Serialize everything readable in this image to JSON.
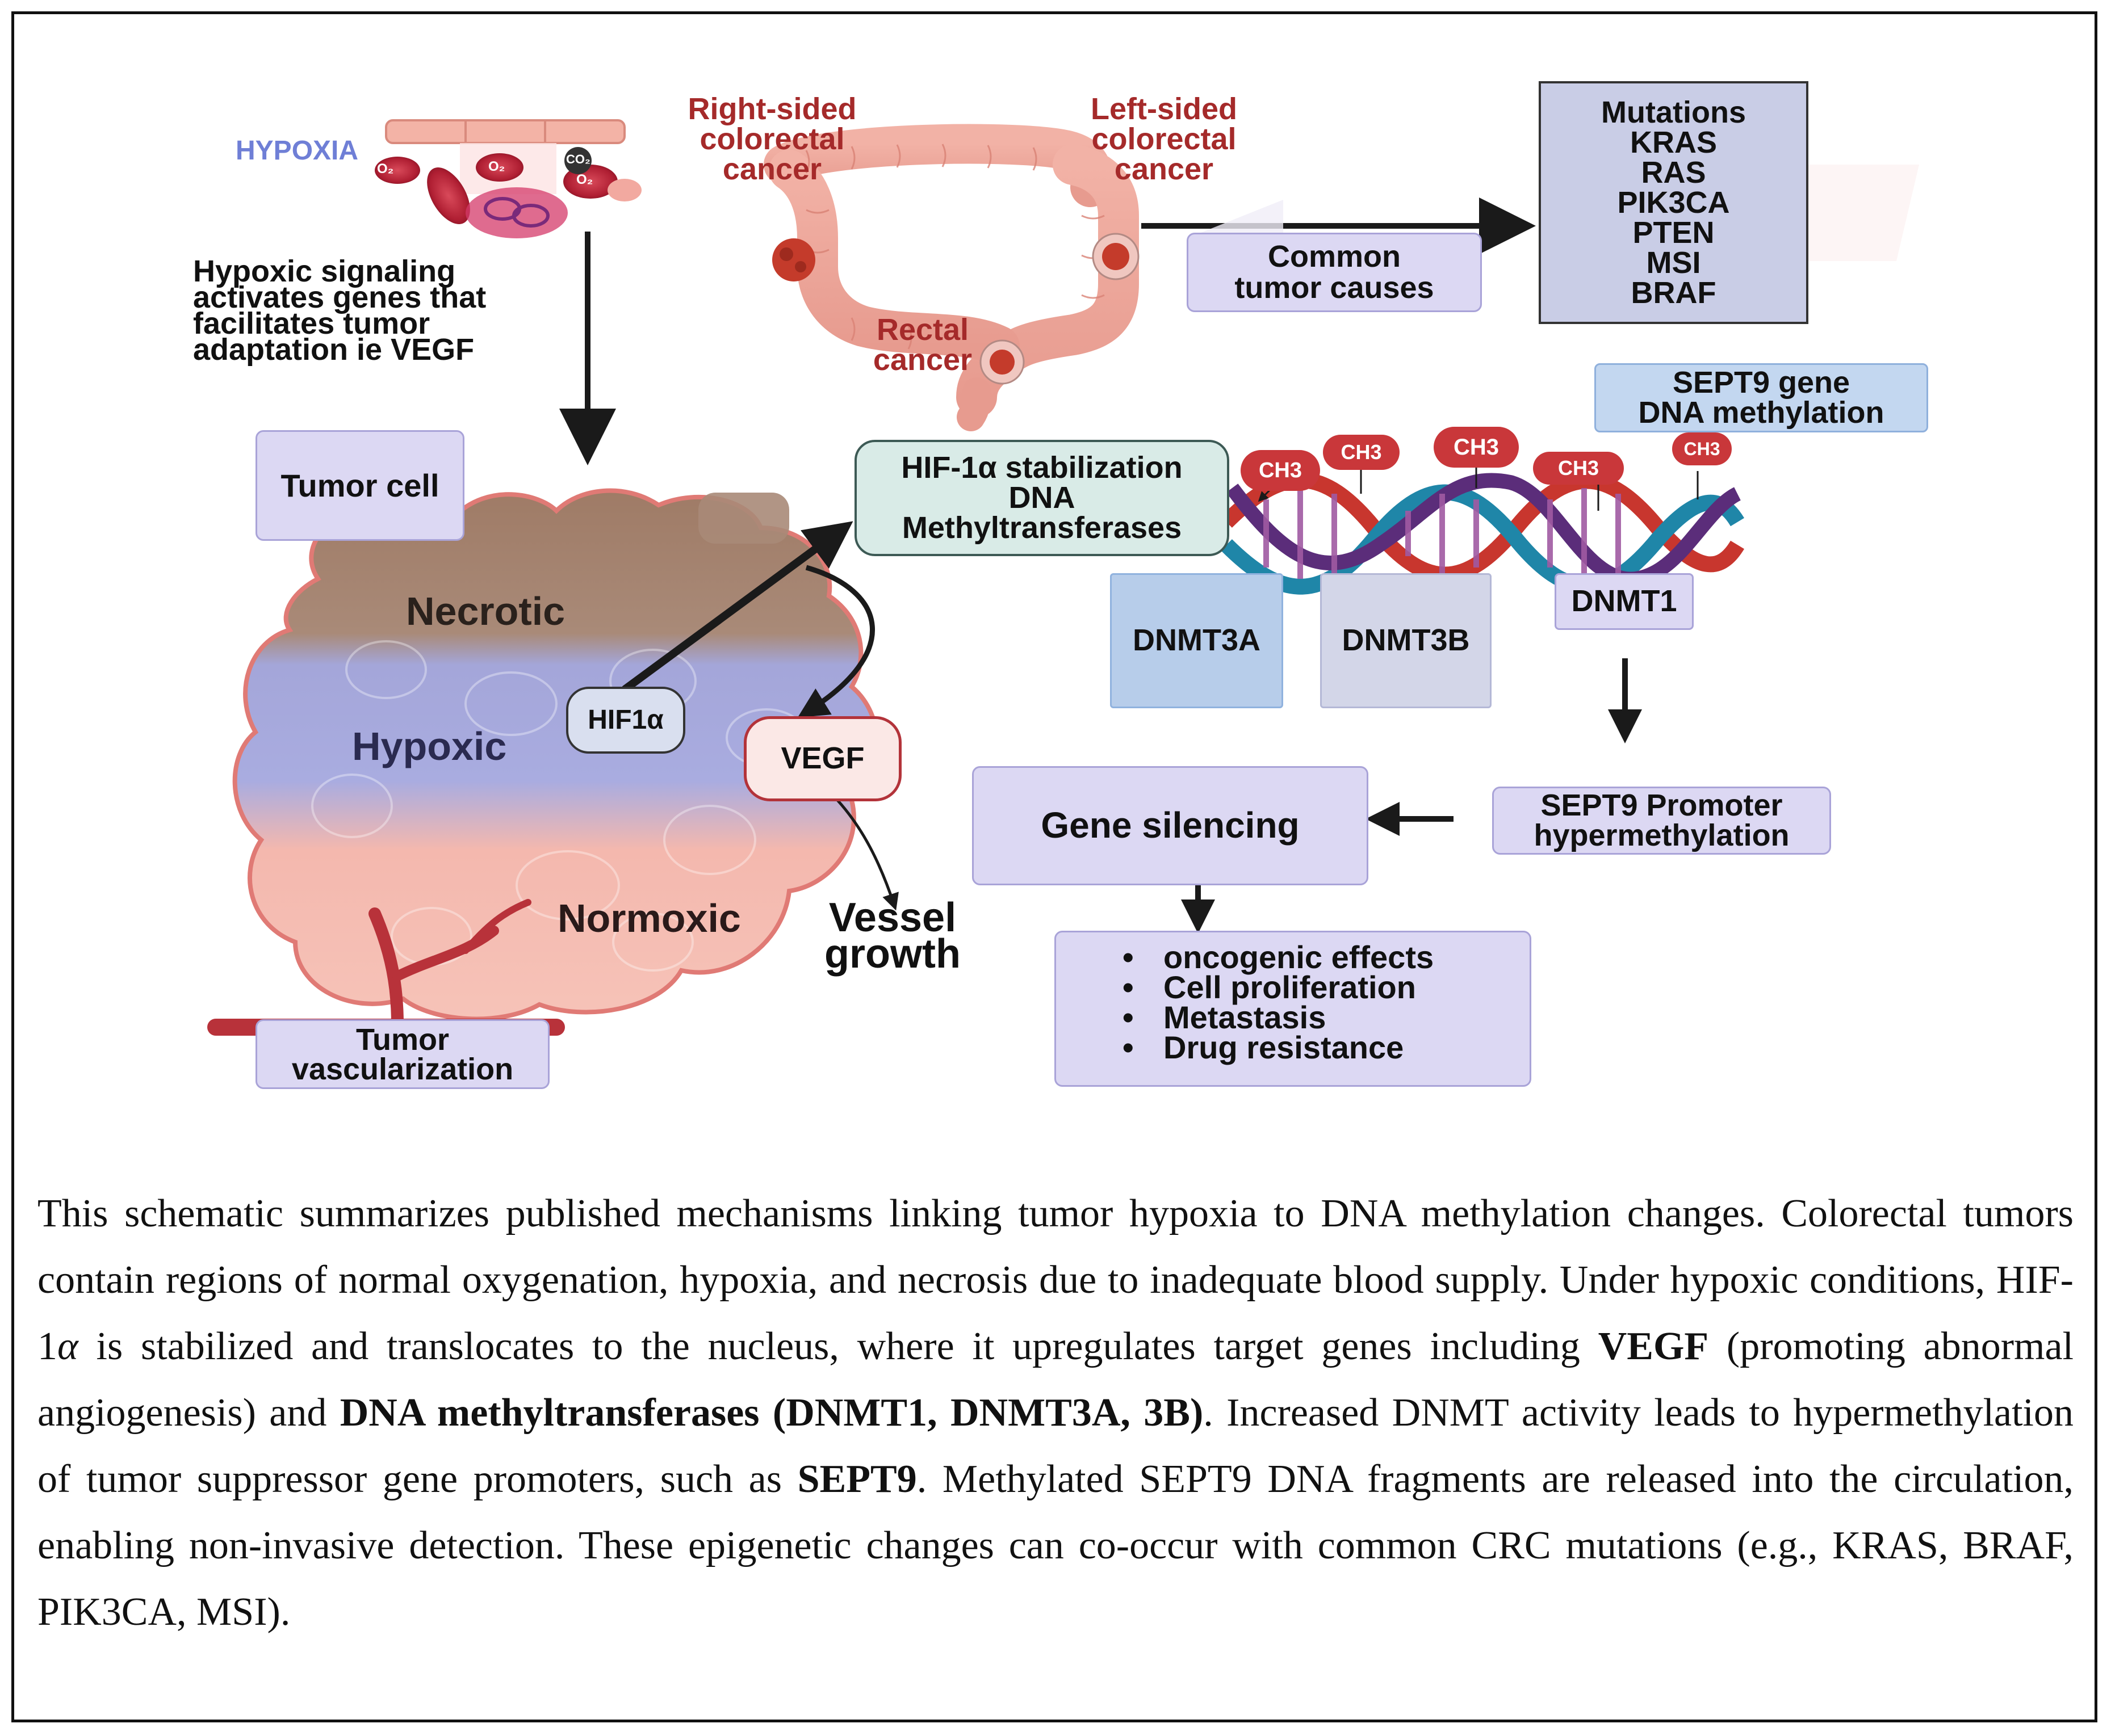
{
  "labels": {
    "hypoxia": "HYPOXIA",
    "o2": "O₂",
    "co2": "CO₂",
    "hypoxic_signal": [
      "Hypoxic signaling",
      "activates genes that",
      "facilitates tumor",
      "adaptation ie VEGF"
    ],
    "right_sided": [
      "Right-sided",
      "colorectal",
      "cancer"
    ],
    "left_sided": [
      "Left-sided",
      "colorectal",
      "cancer"
    ],
    "rectal": [
      "Rectal",
      "cancer"
    ],
    "common_tumor_causes": [
      "Common",
      "tumor causes"
    ],
    "mutations_title": "Mutations",
    "mutations": [
      "KRAS",
      "RAS",
      "PIK3CA",
      "PTEN",
      "MSI",
      "BRAF"
    ],
    "sept9_gene": [
      "SEPT9 gene",
      "DNA methylation"
    ],
    "hif_stab": [
      "HIF-1α stabilization",
      "DNA",
      "Methyltransferases"
    ],
    "ch3": "CH3",
    "dnmt1": "DNMT1",
    "dnmt3a": "DNMT3A",
    "dnmt3b": "DNMT3B",
    "tumor_cell": "Tumor cell",
    "necrotic": "Necrotic",
    "hypoxic": "Hypoxic",
    "normoxic": "Normoxic",
    "hif1a": "HIF1α",
    "vegf": "VEGF",
    "vessel_growth": [
      "Vessel",
      "growth"
    ],
    "tumor_vasc": [
      "Tumor",
      "vascularization"
    ],
    "gene_silencing": "Gene silencing",
    "sept9_promoter": [
      "SEPT9 Promoter",
      "hypermethylation"
    ],
    "effects": [
      "oncogenic effects",
      "Cell proliferation",
      "Metastasis",
      "Drug resistance"
    ]
  },
  "caption": [
    {
      "t": "This schematic summarizes published mechanisms linking tumor hypoxia to DNA methylation changes. Colorectal tumors contain regions of normal oxygenation, hypoxia, and necrosis due to inadequate blood supply. Under hypoxic conditions, HIF-1",
      "b": false
    },
    {
      "t": "α",
      "b": false,
      "i": true
    },
    {
      "t": " is stabilized and translocates to the nucleus, where it upregulates target genes including ",
      "b": false
    },
    {
      "t": "VEGF",
      "b": true
    },
    {
      "t": " (promoting abnormal angiogenesis) and ",
      "b": false
    },
    {
      "t": "DNA methyltransferases (DNMT1, DNMT3A, 3B)",
      "b": true
    },
    {
      "t": ". Increased DNMT activity leads to hypermethylation of tumor suppressor gene promoters, such as ",
      "b": false
    },
    {
      "t": "SEPT9",
      "b": true
    },
    {
      "t": ". Methylated SEPT9 DNA fragments are released into the circulation, enabling non-invasive detection. These epigenetic changes can co-occur with common CRC mutations (e.g., KRAS, BRAF, PIK3CA, MSI).",
      "b": false
    }
  ],
  "colors": {
    "lavender": "#dcd8f3",
    "slate_box": "#c9cde6",
    "hif_box": "#d9ebe7",
    "dnmt3a": "#b7cdea",
    "dnmt3b": "#d3d6e8",
    "sept9_box": "#c3d7f0",
    "dark_red": "#a52a2a",
    "hypoxia_blue": "#6f7fd6"
  },
  "icons": [
    "red-blood-cell-icon",
    "colon-icon",
    "tumor-mass-icon",
    "dna-helix-icon",
    "blood-vessel-icon",
    "arrow-icon"
  ]
}
